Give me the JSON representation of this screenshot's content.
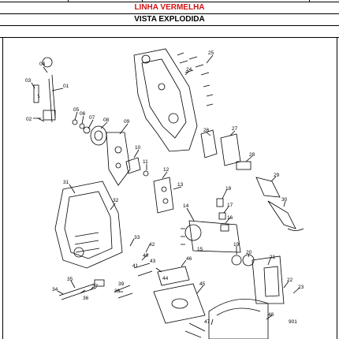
{
  "header": {
    "line": "LINHA VERMELHA",
    "view": "VISTA EXPLODIDA"
  },
  "parts": [
    "01",
    "02",
    "03",
    "04",
    "05",
    "06",
    "07",
    "08",
    "09",
    "10",
    "11",
    "12",
    "13",
    "14",
    "15",
    "16",
    "17",
    "18",
    "19",
    "20",
    "21",
    "22",
    "23",
    "24",
    "25",
    "26",
    "27",
    "28",
    "29",
    "30",
    "31",
    "32",
    "33",
    "34",
    "35",
    "36",
    "37",
    "38",
    "39",
    "40",
    "41",
    "42",
    "43",
    "44",
    "45",
    "46",
    "47",
    "48",
    "901"
  ],
  "colors": {
    "header_red": "#d11414",
    "line": "#000000"
  }
}
